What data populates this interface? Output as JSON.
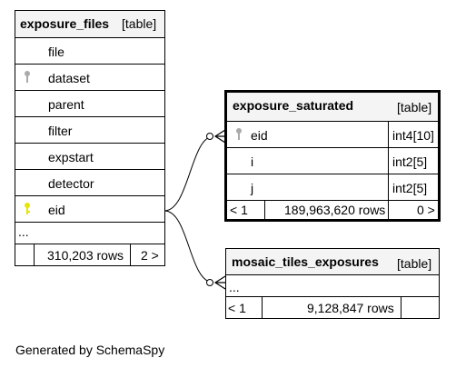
{
  "tables": {
    "exposure_files": {
      "name": "exposure_files",
      "tag": "[table]",
      "columns": [
        "file",
        "dataset",
        "parent",
        "filter",
        "expstart",
        "detector",
        "eid"
      ],
      "ellipsis": "...",
      "footer_rows": "310,203 rows",
      "footer_children": "2 >"
    },
    "exposure_saturated": {
      "name": "exposure_saturated",
      "tag": "[table]",
      "columns": [
        {
          "name": "eid",
          "type": "int4[10]"
        },
        {
          "name": "i",
          "type": "int2[5]"
        },
        {
          "name": "j",
          "type": "int2[5]"
        }
      ],
      "footer_parents": "< 1",
      "footer_rows": "189,963,620 rows",
      "footer_children": "0 >"
    },
    "mosaic_tiles_exposures": {
      "name": "mosaic_tiles_exposures",
      "tag": "[table]",
      "ellipsis": "...",
      "footer_parents": "< 1",
      "footer_rows": "9,128,847 rows"
    }
  },
  "generated_by": "Generated by SchemaSpy",
  "colors": {
    "primary_key": "#e6e600",
    "foreign_key": "#aaaaaa",
    "border": "#000000",
    "header_bg": "#f4f4f4"
  }
}
